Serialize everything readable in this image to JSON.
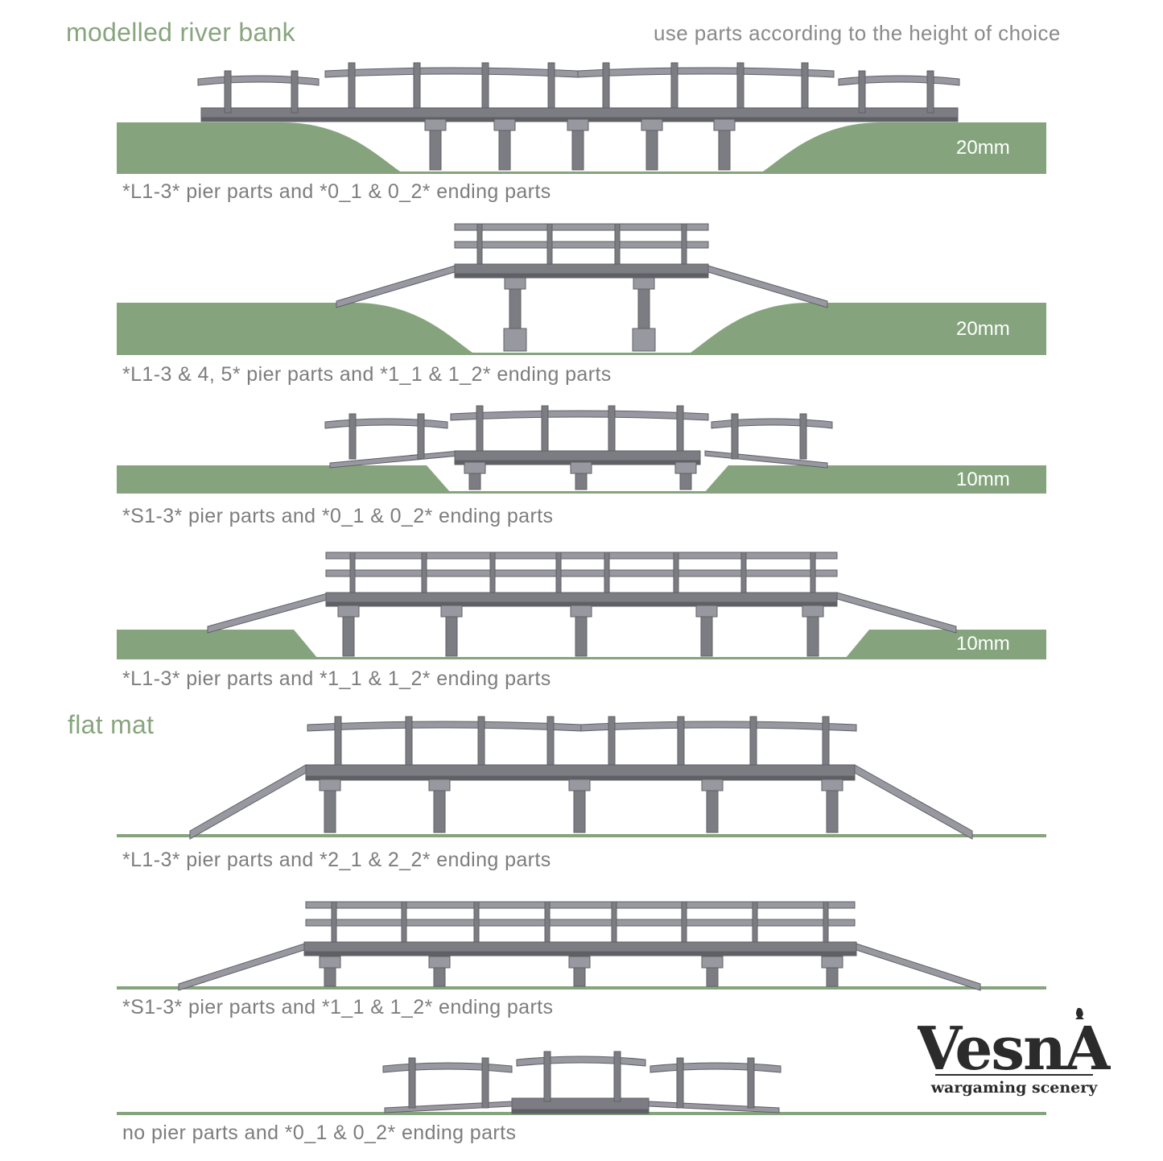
{
  "headings": {
    "river_bank": "modelled river bank",
    "flat_mat": "flat mat"
  },
  "note": "use parts according to the height of choice",
  "configurations": [
    {
      "caption": "*L1-3* pier parts and *0_1 & 0_2* ending parts",
      "height": "20mm",
      "rail": "rustic"
    },
    {
      "caption": "*L1-3 & 4, 5* pier parts and *1_1 & 1_2* ending parts",
      "height": "20mm",
      "rail": "plank"
    },
    {
      "caption": "*S1-3* pier parts and *0_1 & 0_2* ending parts",
      "height": "10mm",
      "rail": "rustic"
    },
    {
      "caption": "*L1-3* pier parts and *1_1 & 1_2* ending parts",
      "height": "10mm",
      "rail": "plank"
    },
    {
      "caption": "*L1-3* pier parts and *2_1 & 2_2* ending parts",
      "height": "",
      "rail": "rustic"
    },
    {
      "caption": "*S1-3* pier parts and *1_1 & 1_2* ending parts",
      "height": "",
      "rail": "plank"
    },
    {
      "caption": "no pier parts and *0_1 & 0_2* ending parts",
      "height": "",
      "rail": "rustic"
    }
  ],
  "logo": {
    "name": "VesnA",
    "tagline": "wargaming scenery"
  },
  "colors": {
    "bank": "#85a47d",
    "bridge": "#7c7c83",
    "bridge_dark": "#5f5f66",
    "bridge_light": "#9898a0",
    "text": "#7d7d7d",
    "heading": "#88a57e"
  }
}
